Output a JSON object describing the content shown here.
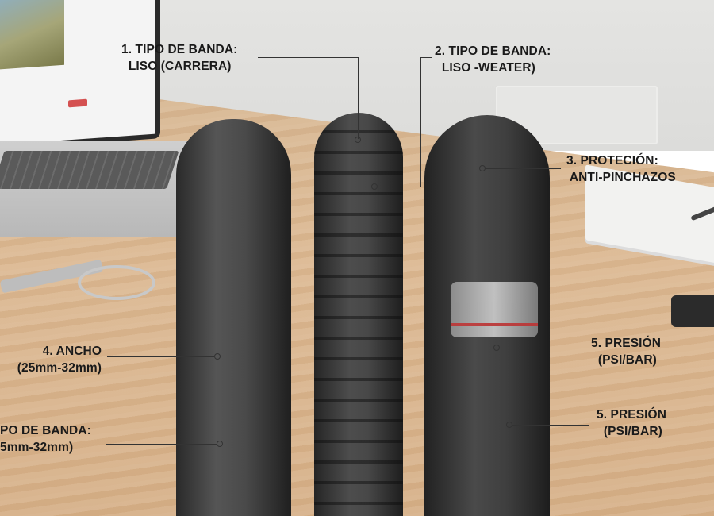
{
  "image": {
    "description": "Three road bicycle tires standing upright on a wooden desk with annotated callouts in Spanish",
    "background_objects": [
      "laptop",
      "magnifying-glass-key",
      "notebook",
      "pen",
      "small-device"
    ]
  },
  "callouts": [
    {
      "id": "1",
      "line1": "1. TIPO DE BANDA:",
      "line2": "  LISO (CARRERA)"
    },
    {
      "id": "2",
      "line1": "2. TIPO DE BANDA:",
      "line2": "  LISO -WEATER)"
    },
    {
      "id": "3",
      "line1": "3. PROTECIÓN:",
      "line2": " ANTI-PINCHAZOS"
    },
    {
      "id": "4",
      "line1": "4. ANCHO",
      "line2": "(25mm-32mm)"
    },
    {
      "id": "4b",
      "line1": "PO DE BANDA:",
      "line2": "5mm-32mm)"
    },
    {
      "id": "5a",
      "line1": "5. PRESIÓN",
      "line2": "  (PSI/BAR)"
    },
    {
      "id": "5b",
      "line1": "5. PRESIÓN",
      "line2": "  (PSI/BAR)"
    }
  ],
  "colors": {
    "label_text": "#1a1a1a",
    "leader_line": "#333333",
    "wall": "#e0e0de",
    "desk": "#d8b690",
    "tire": "#3a3a3a",
    "sleeve_stripe": "#d04040"
  }
}
